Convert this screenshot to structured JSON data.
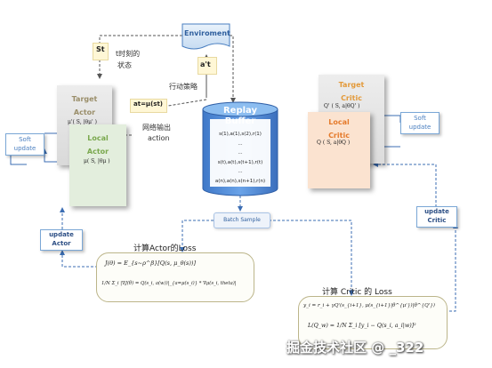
{
  "environment": {
    "label": "Enviroment"
  },
  "state": {
    "symbol": "St",
    "desc_line1": "t时刻的",
    "desc_line2": "状态"
  },
  "action": {
    "symbol": "a't",
    "policy_label": "行动策略",
    "formula": "at=μ(st)"
  },
  "network_output": {
    "line1": "网络输出",
    "line2": "action"
  },
  "target_actor": {
    "title_line1": "Target",
    "title_line2": "Actor",
    "func": "μ'( S, |θμ' )"
  },
  "local_actor": {
    "title_line1": "Local",
    "title_line2": "Actor",
    "func": "μ( S, |θμ )"
  },
  "soft_update_left": {
    "line1": "Soft",
    "line2": "update"
  },
  "update_actor": {
    "line1": "update",
    "line2": "Actor"
  },
  "replay_buffer": {
    "title_line1": "Replay",
    "title_line2": "Buffer",
    "rows": [
      "s(1),a(1),s(2),r(1)",
      "...",
      "...",
      "s(t),a(t),s(t+1),r(t)",
      "...",
      "a(n),a(n),s(n+1),r(n)"
    ]
  },
  "batch_sample": {
    "label": "Batch Sample"
  },
  "target_critic": {
    "title_line1": "Target",
    "title_line2": "Critic",
    "func": "Q'  ( S, a|θQ' )"
  },
  "local_critic": {
    "title_line1": "Local",
    "title_line2": "Critic",
    "func": "Q ( S, a|θQ )"
  },
  "soft_update_right": {
    "line1": "Soft",
    "line2": "update"
  },
  "update_critic": {
    "line1": "update",
    "line2": "Critic"
  },
  "actor_loss": {
    "title": "计算Actor的Loss",
    "eq1": "J(θ) = E_{s~ρ^β}[Q(s, μ_θ(s))]",
    "eq2": "1/N Σ_i |∇J(θ) = Q(s_i, a(w))|_{a=μ(s_i)} * ∇μ(s_i, theta)|"
  },
  "critic_loss": {
    "title": "计算 Critic 的 Loss",
    "eq1": "y_i = r_i + γQ'(s_{i+1}, μ(s_{i+1}|θ^{μ'})|θ^{Q'})",
    "eq2": "L(Q_w) = 1/N Σ_i [y_i − Q(s_i, a_i|w)]²"
  },
  "watermark": {
    "text": "掘金技术社区 @ _322"
  }
}
